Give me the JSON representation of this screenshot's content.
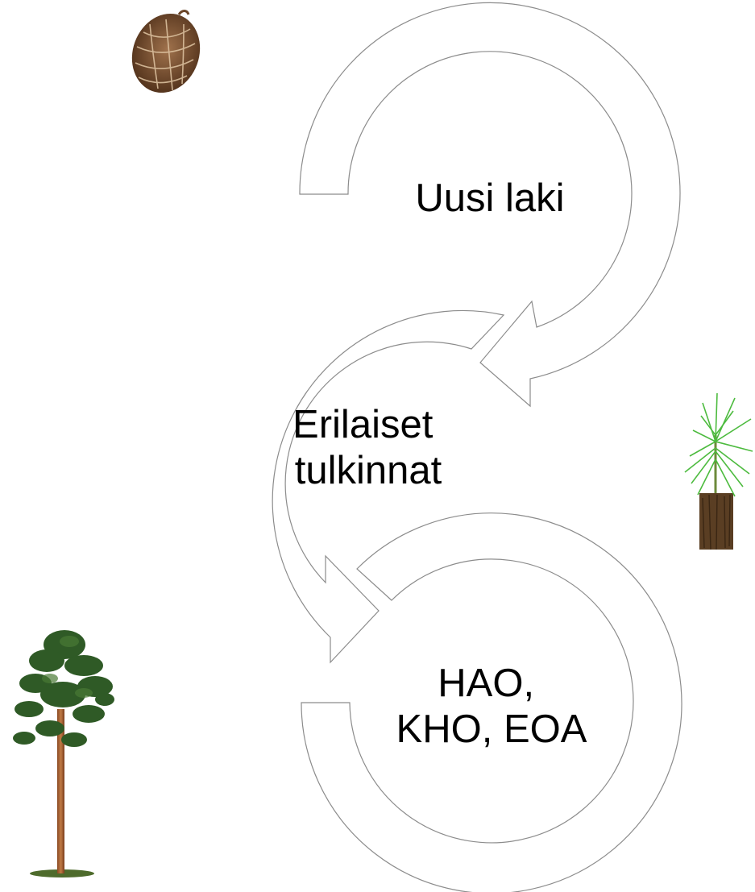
{
  "diagram": {
    "steps": [
      {
        "lines": [
          "Uusi laki"
        ]
      },
      {
        "lines": [
          "Erilaiset",
          "tulkinnat"
        ]
      },
      {
        "lines": [
          "HAO,",
          "KHO, EOA"
        ]
      }
    ],
    "colors": {
      "arrow_outline": "#8c8c8c",
      "arrow_fill": "#ffffff",
      "text": "#000000"
    }
  },
  "images": [
    {
      "icon": "pine-cone-icon"
    },
    {
      "icon": "pine-seedling-icon"
    },
    {
      "icon": "pine-tree-icon"
    }
  ]
}
